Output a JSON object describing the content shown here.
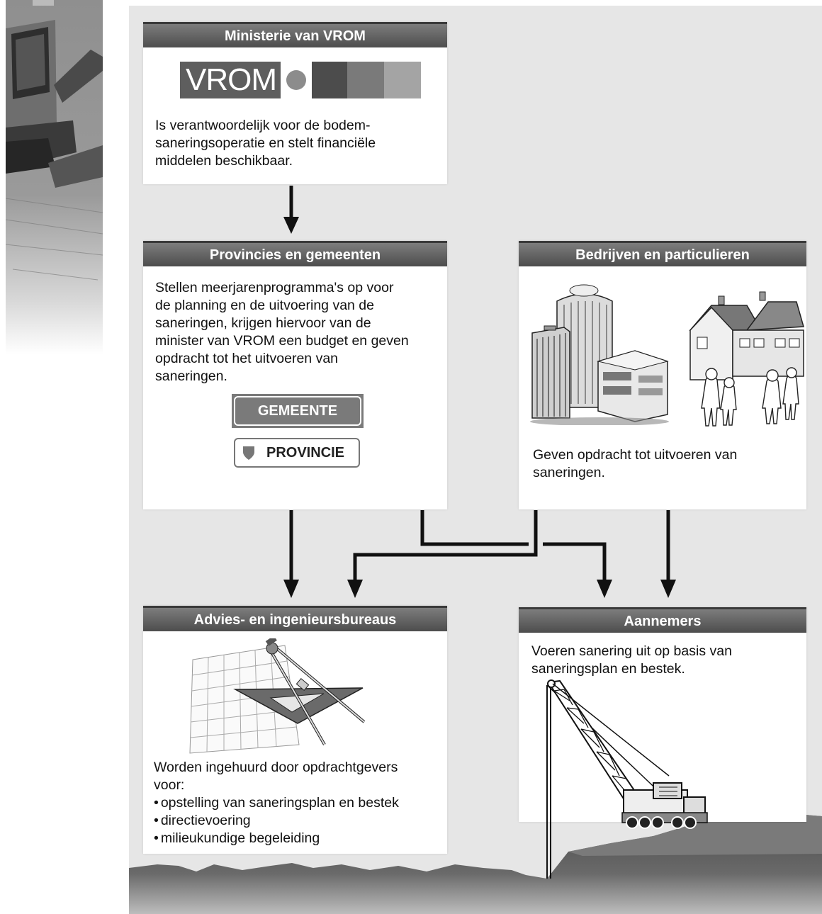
{
  "colors": {
    "panel_background": "#e6e6e6",
    "header_bar": "#5a5a5a",
    "ground": "#4f4f4f"
  },
  "boxes": {
    "ministerie": {
      "title": "Ministerie van VROM",
      "logo_text": "VROM",
      "text_lines": [
        "Is verantwoordelijk voor de bodem-",
        "saneringsoperatie en stelt financiële",
        "middelen beschikbaar."
      ]
    },
    "provincies": {
      "title": "Provincies en gemeenten",
      "text_lines": [
        "Stellen meerjarenprogramma's op voor",
        "de planning en de uitvoering van de",
        "saneringen, krijgen hiervoor van de",
        "minister van VROM een budget en geven",
        "opdracht tot het uitvoeren van",
        "saneringen."
      ],
      "gemeente_label": "GEMEENTE",
      "provincie_label": "PROVINCIE"
    },
    "bedrijven": {
      "title": "Bedrijven en particulieren",
      "text_lines": [
        "Geven opdracht tot uitvoeren van",
        "saneringen."
      ]
    },
    "advies": {
      "title": "Advies- en ingenieursbureaus",
      "text_lines": [
        "Worden ingehuurd door opdrachtgevers",
        "voor:"
      ],
      "bullets": [
        "opstelling van saneringsplan en bestek",
        "directievoering",
        "milieukundige begeleiding"
      ]
    },
    "aannemers": {
      "title": "Aannemers",
      "text_lines": [
        "Voeren sanering uit op basis van",
        "saneringsplan en bestek."
      ]
    }
  },
  "illustrations": [
    "excavator-photo",
    "office-buildings",
    "houses-and-people",
    "grid-compass-triangle",
    "crawler-crane",
    "ground-terrain"
  ]
}
